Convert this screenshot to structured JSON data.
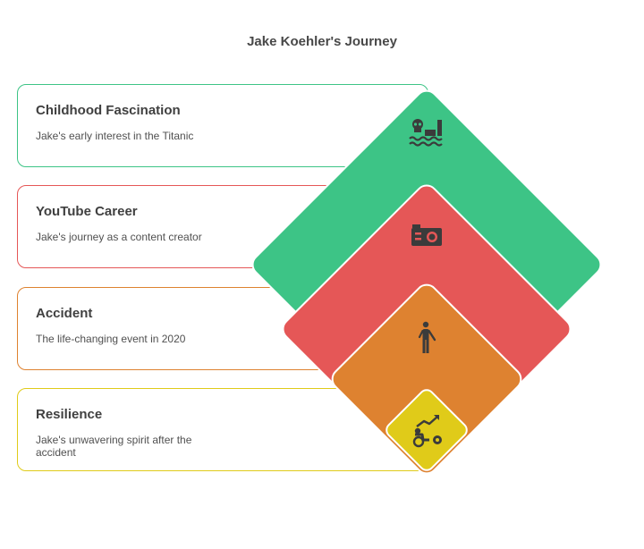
{
  "title": "Jake Koehler's Journey",
  "stages": [
    {
      "title": "Childhood Fascination",
      "description": "Jake's early interest in the Titanic",
      "color": "#3DC486",
      "icon": "titanic-ship-icon"
    },
    {
      "title": "YouTube Career",
      "description": "Jake's journey as a content creator",
      "color": "#E55757",
      "icon": "camera-icon"
    },
    {
      "title": "Accident",
      "description": "The life-changing event in 2020",
      "color": "#DE8230",
      "icon": "person-standing-icon"
    },
    {
      "title": "Resilience",
      "description": "Jake's unwavering spirit after the accident",
      "color": "#E0CB19",
      "icon": "wheelchair-growth-icon"
    }
  ]
}
